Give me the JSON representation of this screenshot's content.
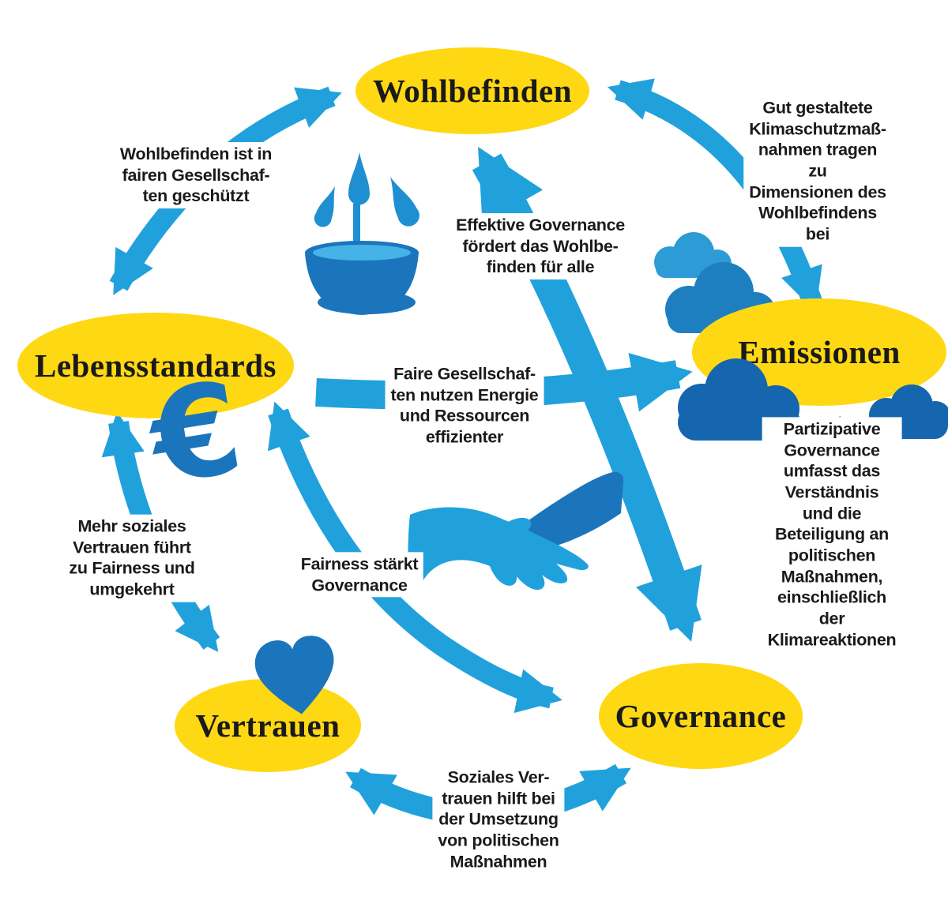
{
  "colors": {
    "yellow": "#FFD814",
    "arrow_blue": "#21A1DC",
    "icon_dark": "#1B75BC",
    "icon_mid": "#1E8FD0",
    "water_blue": "#45B3E8",
    "cloud_light": "#2D9BD5",
    "cloud_mid": "#1E7FC0",
    "cloud_dark": "#1565AF",
    "ink": "#1A1A1A"
  },
  "nodes": {
    "wohlbefinden": {
      "label": "Wohlbefinden"
    },
    "lebensstandards": {
      "label": "Lebensstandards"
    },
    "emissionen": {
      "label": "Emissionen"
    },
    "vertrauen": {
      "label": "Vertrauen"
    },
    "governance": {
      "label": "Governance"
    }
  },
  "edges": [
    {
      "id": "lebensstandards-wohlbefinden",
      "bidirectional": true,
      "label": "Wohlbefinden ist in\nfairen Gesellschaf-\nten geschützt"
    },
    {
      "id": "emissionen-wohlbefinden",
      "bidirectional": true,
      "label": "Gut gestaltete\nKlimaschutzmaß-\nnahmen tragen zu\nDimensionen des\nWohlbefindens bei"
    },
    {
      "id": "governance-wohlbefinden",
      "bidirectional": true,
      "label": "Effektive Governance\nfördert das Wohlbe-\nfinden für alle"
    },
    {
      "id": "lebensstandards-emissionen",
      "bidirectional": false,
      "label": "Faire Gesellschaf-\nten nutzen Energie\nund Ressourcen\neffizienter"
    },
    {
      "id": "emissionen-governance",
      "bidirectional": true,
      "label": "Partizipative Governance\numfasst das Verständnis\nund die Beteiligung an\npolitischen Maßnahmen,\neinschließlich der\nKlimareaktionen"
    },
    {
      "id": "vertrauen-lebensstandards",
      "bidirectional": true,
      "label": "Mehr soziales\nVertrauen führt\nzu Fairness und\numgekehrt"
    },
    {
      "id": "lebensstandards-governance",
      "bidirectional": true,
      "label": "Fairness stärkt\nGovernance"
    },
    {
      "id": "vertrauen-governance",
      "bidirectional": true,
      "label": "Soziales Ver-\ntrauen hilft bei\nder Umsetzung\nvon politischen\nMaßnahmen"
    }
  ],
  "icons": {
    "fountain": "fountain-icon",
    "euro": "euro-icon",
    "euro_glyph": "€",
    "handshake": "handshake-icon",
    "heart": "heart-icon",
    "clouds": "clouds-icon"
  }
}
